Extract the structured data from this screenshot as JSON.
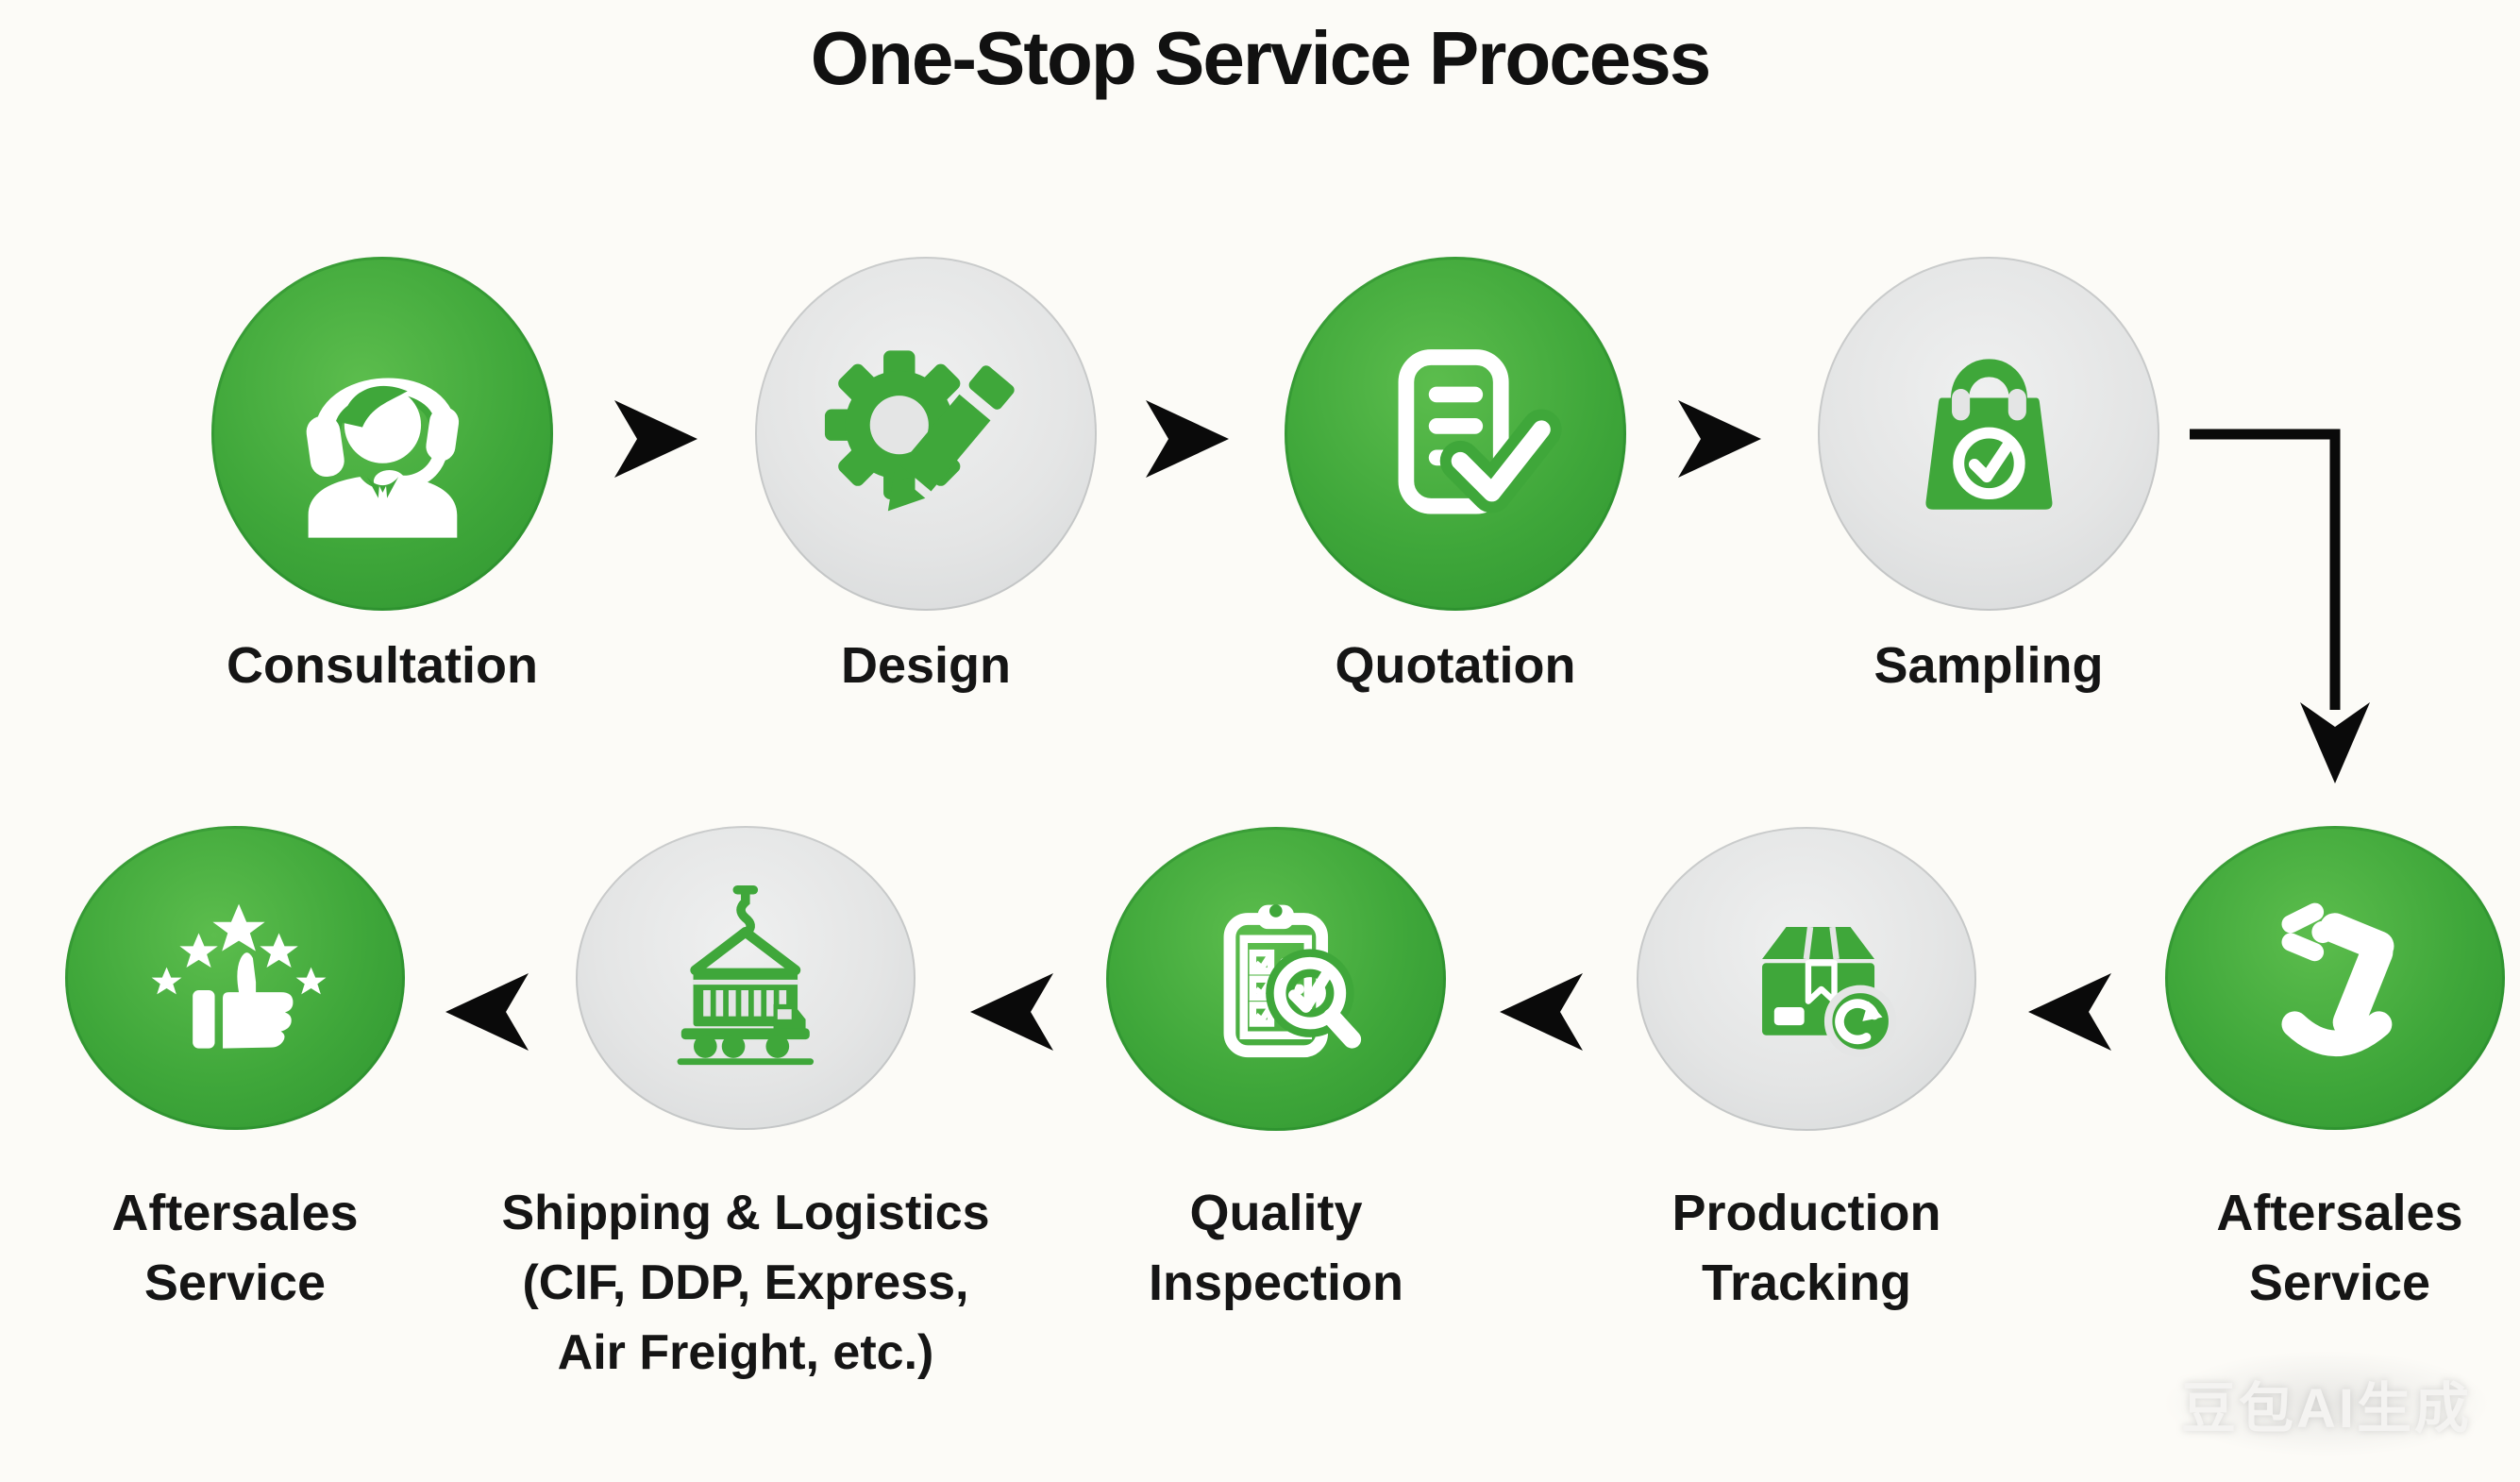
{
  "title": "One-Stop Service Process",
  "watermark": "豆包AI生成",
  "colors": {
    "green": "#3FA73A",
    "green_light": "#5CBD4D",
    "green_dark": "#2E9430",
    "gray": "#E4E5E5",
    "gray_light": "#EFF0F0",
    "gray_dark": "#D5D7D8",
    "icon_white": "#FFFFFF",
    "text": "#151515",
    "arrow": "#0A0A0A",
    "background": "#FCFBF7",
    "watermark_color": "#F4F3F1"
  },
  "steps": [
    {
      "id": "consultation",
      "variant": "green",
      "icon": "support-agent-icon",
      "lines": [
        "Consultation"
      ]
    },
    {
      "id": "design",
      "variant": "gray",
      "icon": "gear-pencil-icon",
      "lines": [
        "Design"
      ]
    },
    {
      "id": "quotation",
      "variant": "green",
      "icon": "document-check-icon",
      "lines": [
        "Quotation"
      ]
    },
    {
      "id": "sampling",
      "variant": "gray",
      "icon": "shopping-bag-check-icon",
      "lines": [
        "Sampling"
      ]
    },
    {
      "id": "aftersales-right",
      "variant": "green",
      "icon": "robotic-arm-icon",
      "lines": [
        "Aftersales",
        "Service"
      ]
    },
    {
      "id": "production-tracking",
      "variant": "gray",
      "icon": "package-refresh-icon",
      "lines": [
        "Production",
        "Tracking"
      ]
    },
    {
      "id": "quality-inspection",
      "variant": "green",
      "icon": "clipboard-magnifier-icon",
      "lines": [
        "Quality",
        "Inspection"
      ]
    },
    {
      "id": "shipping-logistics",
      "variant": "gray",
      "icon": "container-truck-icon",
      "lines": [
        "Shipping & Logistics",
        "(CIF, DDP, Express,",
        "Air Freight, etc.)"
      ]
    },
    {
      "id": "aftersales-left",
      "variant": "green",
      "icon": "thumbs-up-stars-icon",
      "lines": [
        "Aftersales",
        "Service"
      ]
    }
  ],
  "flow_note": "Top row flows left-to-right; a right-angle connector drops from Sampling to the bottom-right node; bottom row flows right-to-left."
}
